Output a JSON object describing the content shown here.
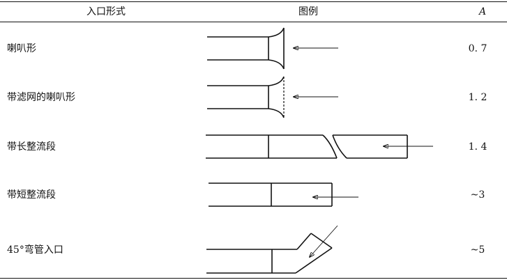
{
  "table": {
    "headers": {
      "entry_form": "入口形式",
      "figure": "图例",
      "coef": "A"
    },
    "rows": [
      {
        "name": "喇叭形",
        "value": "0. 7",
        "figure_icon": "bellmouth-inlet-figure"
      },
      {
        "name": "带滤网的喇叭形",
        "value": "1. 2",
        "figure_icon": "bellmouth-inlet-with-screen-figure"
      },
      {
        "name": "带长整流段",
        "value": "1. 4",
        "figure_icon": "long-straightening-section-figure"
      },
      {
        "name": "带短整流段",
        "value": "~3",
        "figure_icon": "short-straightening-section-figure"
      },
      {
        "name": "45°弯管入口",
        "value": "~5",
        "figure_icon": "45-degree-elbow-inlet-figure"
      }
    ]
  }
}
